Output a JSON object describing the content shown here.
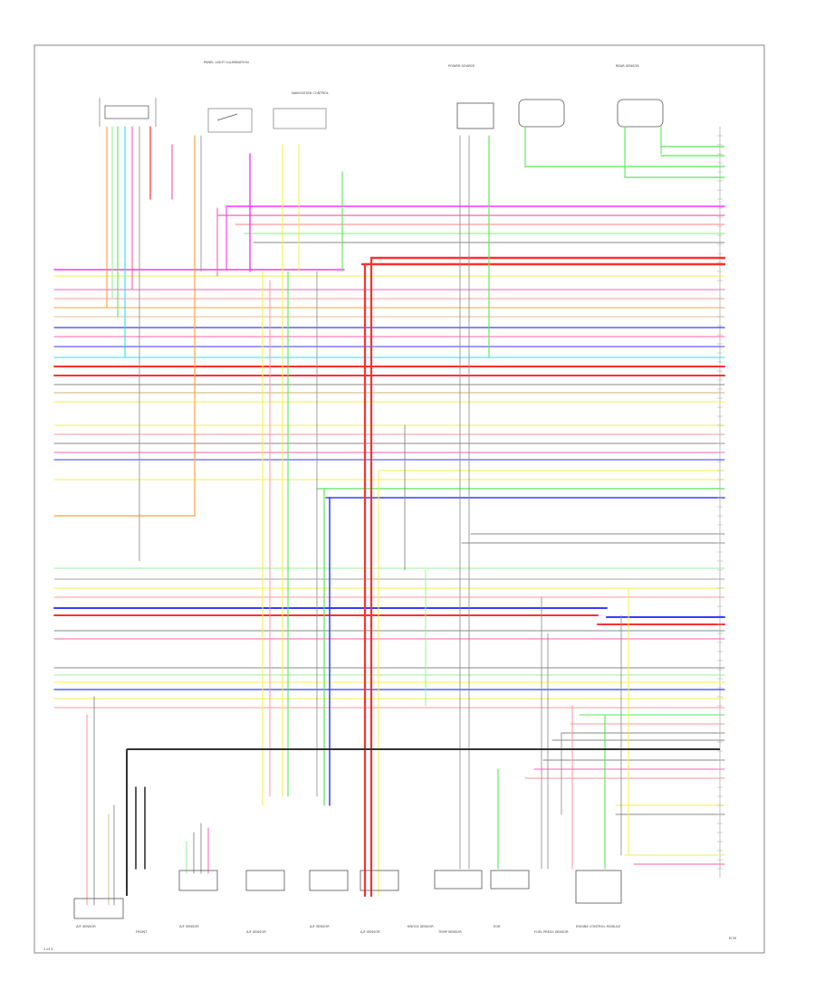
{
  "diagram": {
    "ecm_label": "ECM",
    "top_labels": {
      "a": "PANEL LIGHT ILLUMINATION",
      "b": "NAVIGATION CONTROL",
      "c": "POWER SOURCE",
      "d": "REAR SENSOR"
    },
    "wire_colors": {
      "pink": "#ff5fb0",
      "red": "#ff3030",
      "green": "#58e858",
      "yellow": "#f2f24a",
      "blue": "#3a3aff",
      "cyan": "#2ee0e8",
      "orange": "#ffa040",
      "magenta": "#ff33ff",
      "lightred": "#ff9a9a",
      "lightgreen": "#9af09a",
      "gray": "#888888",
      "black": "#333333",
      "tan": "#d8c090"
    },
    "bottom_components": [
      "A/F SENSOR",
      "FRONT",
      "A/F SENSOR",
      "A/F SENSOR",
      "A/F SENSOR",
      "A/F SENSOR",
      "KNOCK SENSOR",
      "TEMP SENSOR",
      "EGR",
      "FUEL PRESS SENSOR",
      "ENGINE CONTROL MODULE"
    ],
    "page_ref": "2 of 3"
  }
}
